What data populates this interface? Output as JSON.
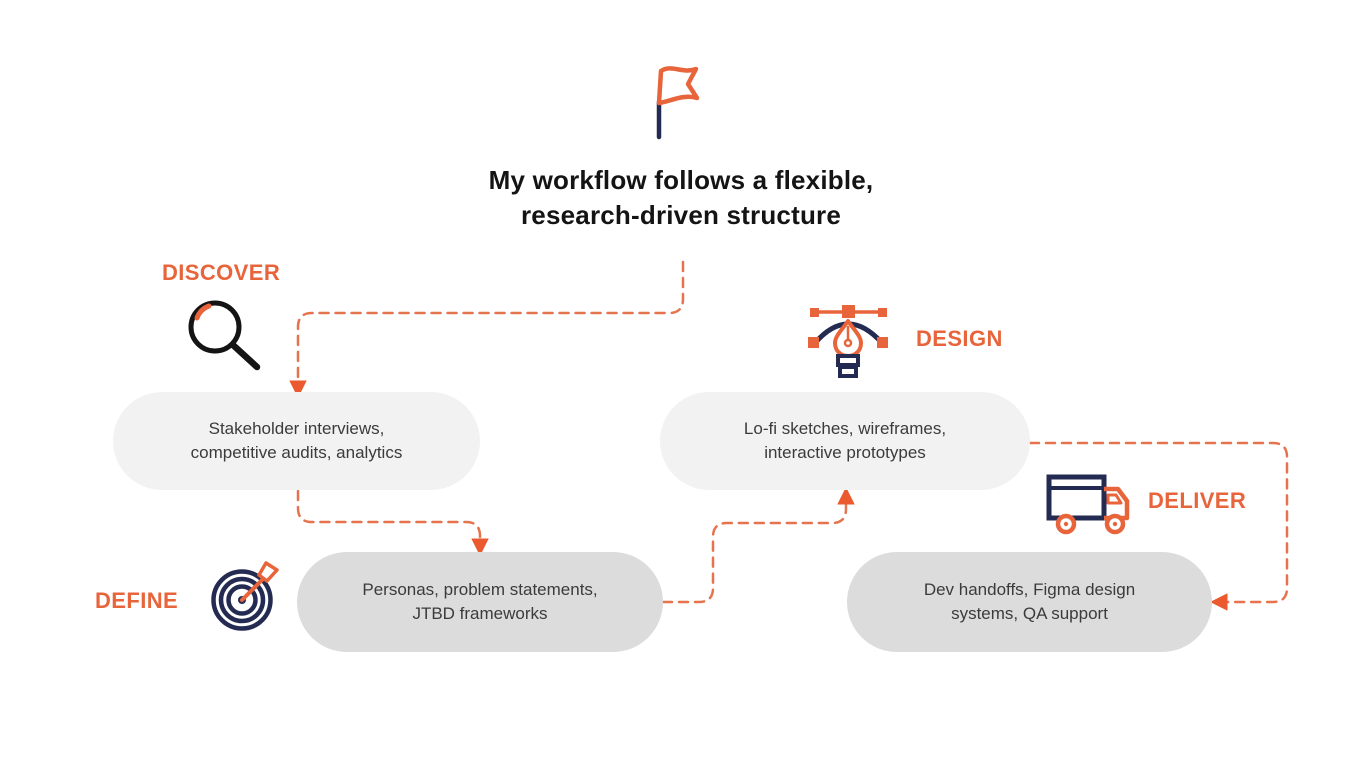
{
  "title": {
    "line1": "My workflow follows a flexible,",
    "line2": "research-driven structure"
  },
  "stages": [
    {
      "label": "DISCOVER",
      "icon": "magnifier-icon",
      "card_line1": "Stakeholder interviews,",
      "card_line2": "competitive audits, analytics"
    },
    {
      "label": "DEFINE",
      "icon": "target-icon",
      "card_line1": "Personas, problem statements,",
      "card_line2": "JTBD frameworks"
    },
    {
      "label": "DESIGN",
      "icon": "pen-tool-icon",
      "card_line1": "Lo-fi sketches, wireframes,",
      "card_line2": "interactive prototypes"
    },
    {
      "label": "DELIVER",
      "icon": "truck-icon",
      "card_line1": "Dev handoffs, Figma design",
      "card_line2": "systems, QA support"
    }
  ],
  "header_icon": "flag-icon",
  "colors": {
    "accent_orange": "#E8653C",
    "connector_orange": "#E5744E",
    "arrowhead_orange": "#EA5A2E",
    "navy": "#242B52",
    "ink": "#141414",
    "card_light": "#F2F2F3",
    "card_dark": "#DCDCDC",
    "card_text": "#3B3B3B"
  }
}
